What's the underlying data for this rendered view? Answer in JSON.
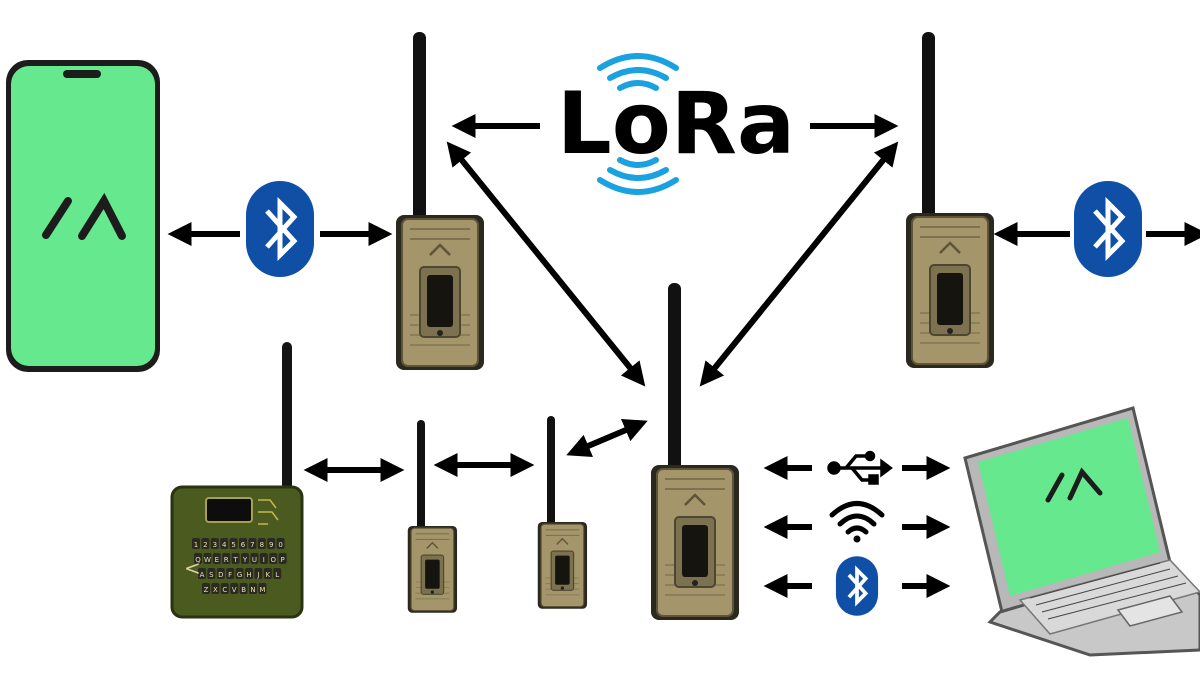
{
  "lora_label": "LoRa",
  "app_icon": "meshtastic-logo-icon",
  "colors": {
    "screen_green": "#66e88e",
    "radio_tan": "#a4966a",
    "radio_tan_dark": "#6f6544",
    "bluetooth_blue": "#0f4fa6",
    "signal_blue": "#1aa2e0",
    "arrow": "#000000"
  },
  "nodes": [
    {
      "name": "smartphone",
      "icon": "phone-icon"
    },
    {
      "name": "radio-top-left",
      "icon": "lora-radio-icon"
    },
    {
      "name": "radio-top-right",
      "icon": "lora-radio-icon"
    },
    {
      "name": "radio-center",
      "icon": "lora-radio-icon"
    },
    {
      "name": "radio-small-1",
      "icon": "lora-radio-icon"
    },
    {
      "name": "radio-small-2",
      "icon": "lora-radio-icon"
    },
    {
      "name": "keyboard-device",
      "icon": "lora-keyboard-device-icon"
    },
    {
      "name": "laptop",
      "icon": "laptop-icon"
    }
  ],
  "keyboard_rows": [
    "1234567890",
    "QWERTYUIOP",
    "ASDFGHJKL",
    "ZXCVBNM"
  ],
  "connections": [
    {
      "from": "smartphone",
      "to": "radio-top-left",
      "via": "bluetooth"
    },
    {
      "from": "radio-top-left",
      "to": "radio-top-right",
      "via": "lora"
    },
    {
      "from": "radio-top-left",
      "to": "radio-center",
      "via": "lora"
    },
    {
      "from": "radio-top-right",
      "to": "radio-center",
      "via": "lora"
    },
    {
      "from": "radio-top-right",
      "to": "off-screen",
      "via": "bluetooth"
    },
    {
      "from": "keyboard-device",
      "to": "radio-small-1",
      "via": "lora"
    },
    {
      "from": "radio-small-1",
      "to": "radio-small-2",
      "via": "lora"
    },
    {
      "from": "radio-small-2",
      "to": "radio-center",
      "via": "lora"
    },
    {
      "from": "radio-center",
      "to": "laptop",
      "via": "usb"
    },
    {
      "from": "radio-center",
      "to": "laptop",
      "via": "wifi"
    },
    {
      "from": "radio-center",
      "to": "laptop",
      "via": "bluetooth"
    }
  ]
}
